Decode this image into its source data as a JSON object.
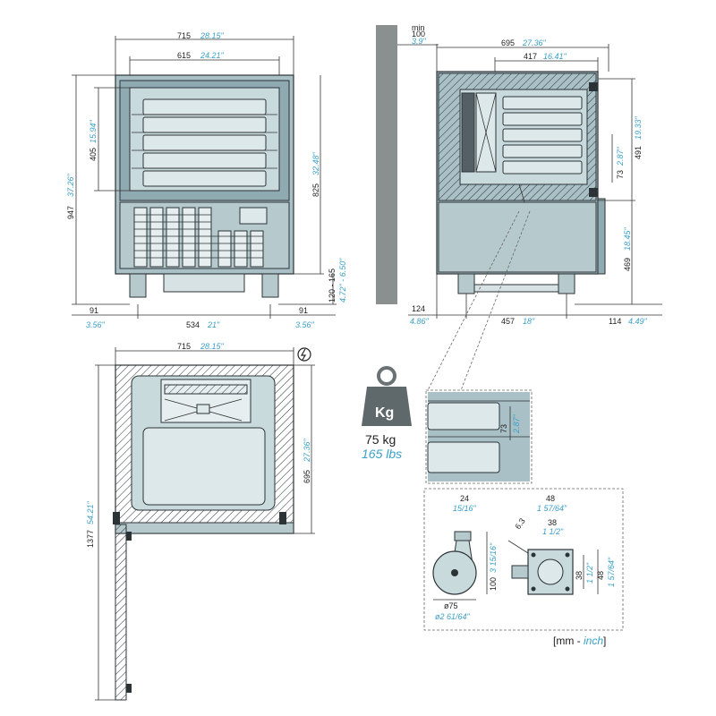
{
  "front": {
    "width": "715",
    "width_in": "28.15\"",
    "inner_width": "615",
    "inner_width_in": "24.21\"",
    "height": "947",
    "height_in": "37.26\"",
    "inner_height": "405",
    "inner_height_in": "15.94\"",
    "upper_height": "825",
    "upper_height_in": "32.48\"",
    "feet_height": "120 - 165",
    "feet_height_in": "4.72\" - 6.50\"",
    "left_margin": "91",
    "left_margin_in": "3.56\"",
    "center": "534",
    "center_in": "21\"",
    "right_margin": "91",
    "right_margin_in": "3.56\""
  },
  "side": {
    "wall_min_label": "min",
    "wall_min": "100",
    "wall_min_in": "3.9\"",
    "depth": "695",
    "depth_in": "27.36\"",
    "inner_depth": "417",
    "inner_depth_in": "16.41\"",
    "cavity_height": "491",
    "cavity_height_in": "19.33\"",
    "pitch": "73",
    "pitch_in": "2.87\"",
    "lower_height": "469",
    "lower_height_in": "18.45\"",
    "front_offset": "124",
    "front_offset_in": "4.86\"",
    "feet_span": "457",
    "feet_span_in": "18\"",
    "rear_offset": "114",
    "rear_offset_in": "4.49\""
  },
  "top": {
    "width": "715",
    "width_in": "28.15\"",
    "depth": "695",
    "depth_in": "27.36\"",
    "door_swing": "1377",
    "door_swing_in": "54.21\"",
    "power_icon": "lightning-bolt-icon"
  },
  "weight": {
    "icon_label": "Kg",
    "kg": "75 kg",
    "lbs": "165 lbs"
  },
  "detail": {
    "pitch": "73",
    "pitch_in": "2.87\""
  },
  "caster": {
    "wheel_width": "24",
    "wheel_width_in": "15/16\"",
    "wheel_height": "100",
    "wheel_height_in": "3 15/16\"",
    "wheel_dia": "ø75",
    "wheel_dia_in": "ø2 61/64\"",
    "plate_outer": "48",
    "plate_outer_in": "1 57/64\"",
    "plate_inner": "38",
    "plate_inner_in": "1 1/2\"",
    "hole": "6.3",
    "side_inner": "38",
    "side_inner_in": "1 1/2\"",
    "side_outer": "48",
    "side_outer_in": "1 57/64\""
  },
  "units": {
    "open": "[mm - ",
    "inch": "inch",
    "close": "]"
  }
}
